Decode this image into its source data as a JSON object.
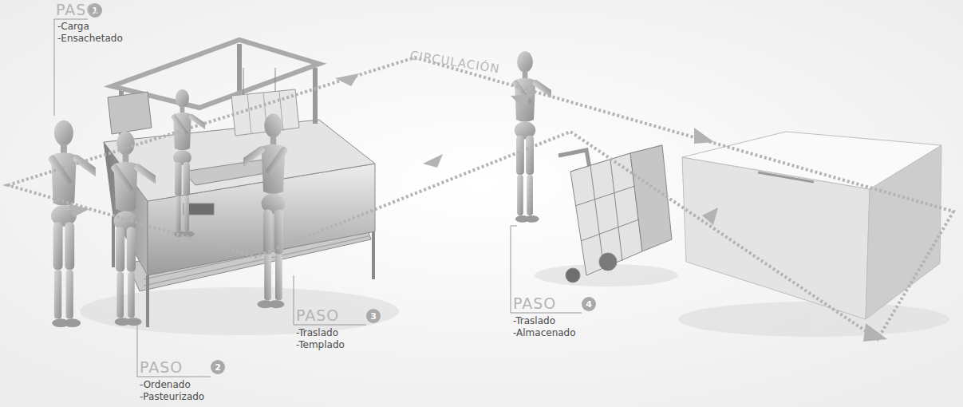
{
  "diagram": {
    "nodes": [
      {
        "text": [
          "1"
        ]
      },
      {
        "text": [
          "2"
        ]
      },
      {
        "text": [
          "3"
        ]
      },
      {
        "text": [
          "4"
        ]
      }
    ],
    "labels": [
      "PASO",
      "-Carga",
      "-Ensachetado",
      "PASO",
      "-Ordenado",
      "-Pasteurizado",
      "PASO",
      "-Traslado",
      "-Templado",
      "PASO",
      "-Traslado",
      "-Almacenado",
      "CIRCULACIÓN"
    ]
  }
}
